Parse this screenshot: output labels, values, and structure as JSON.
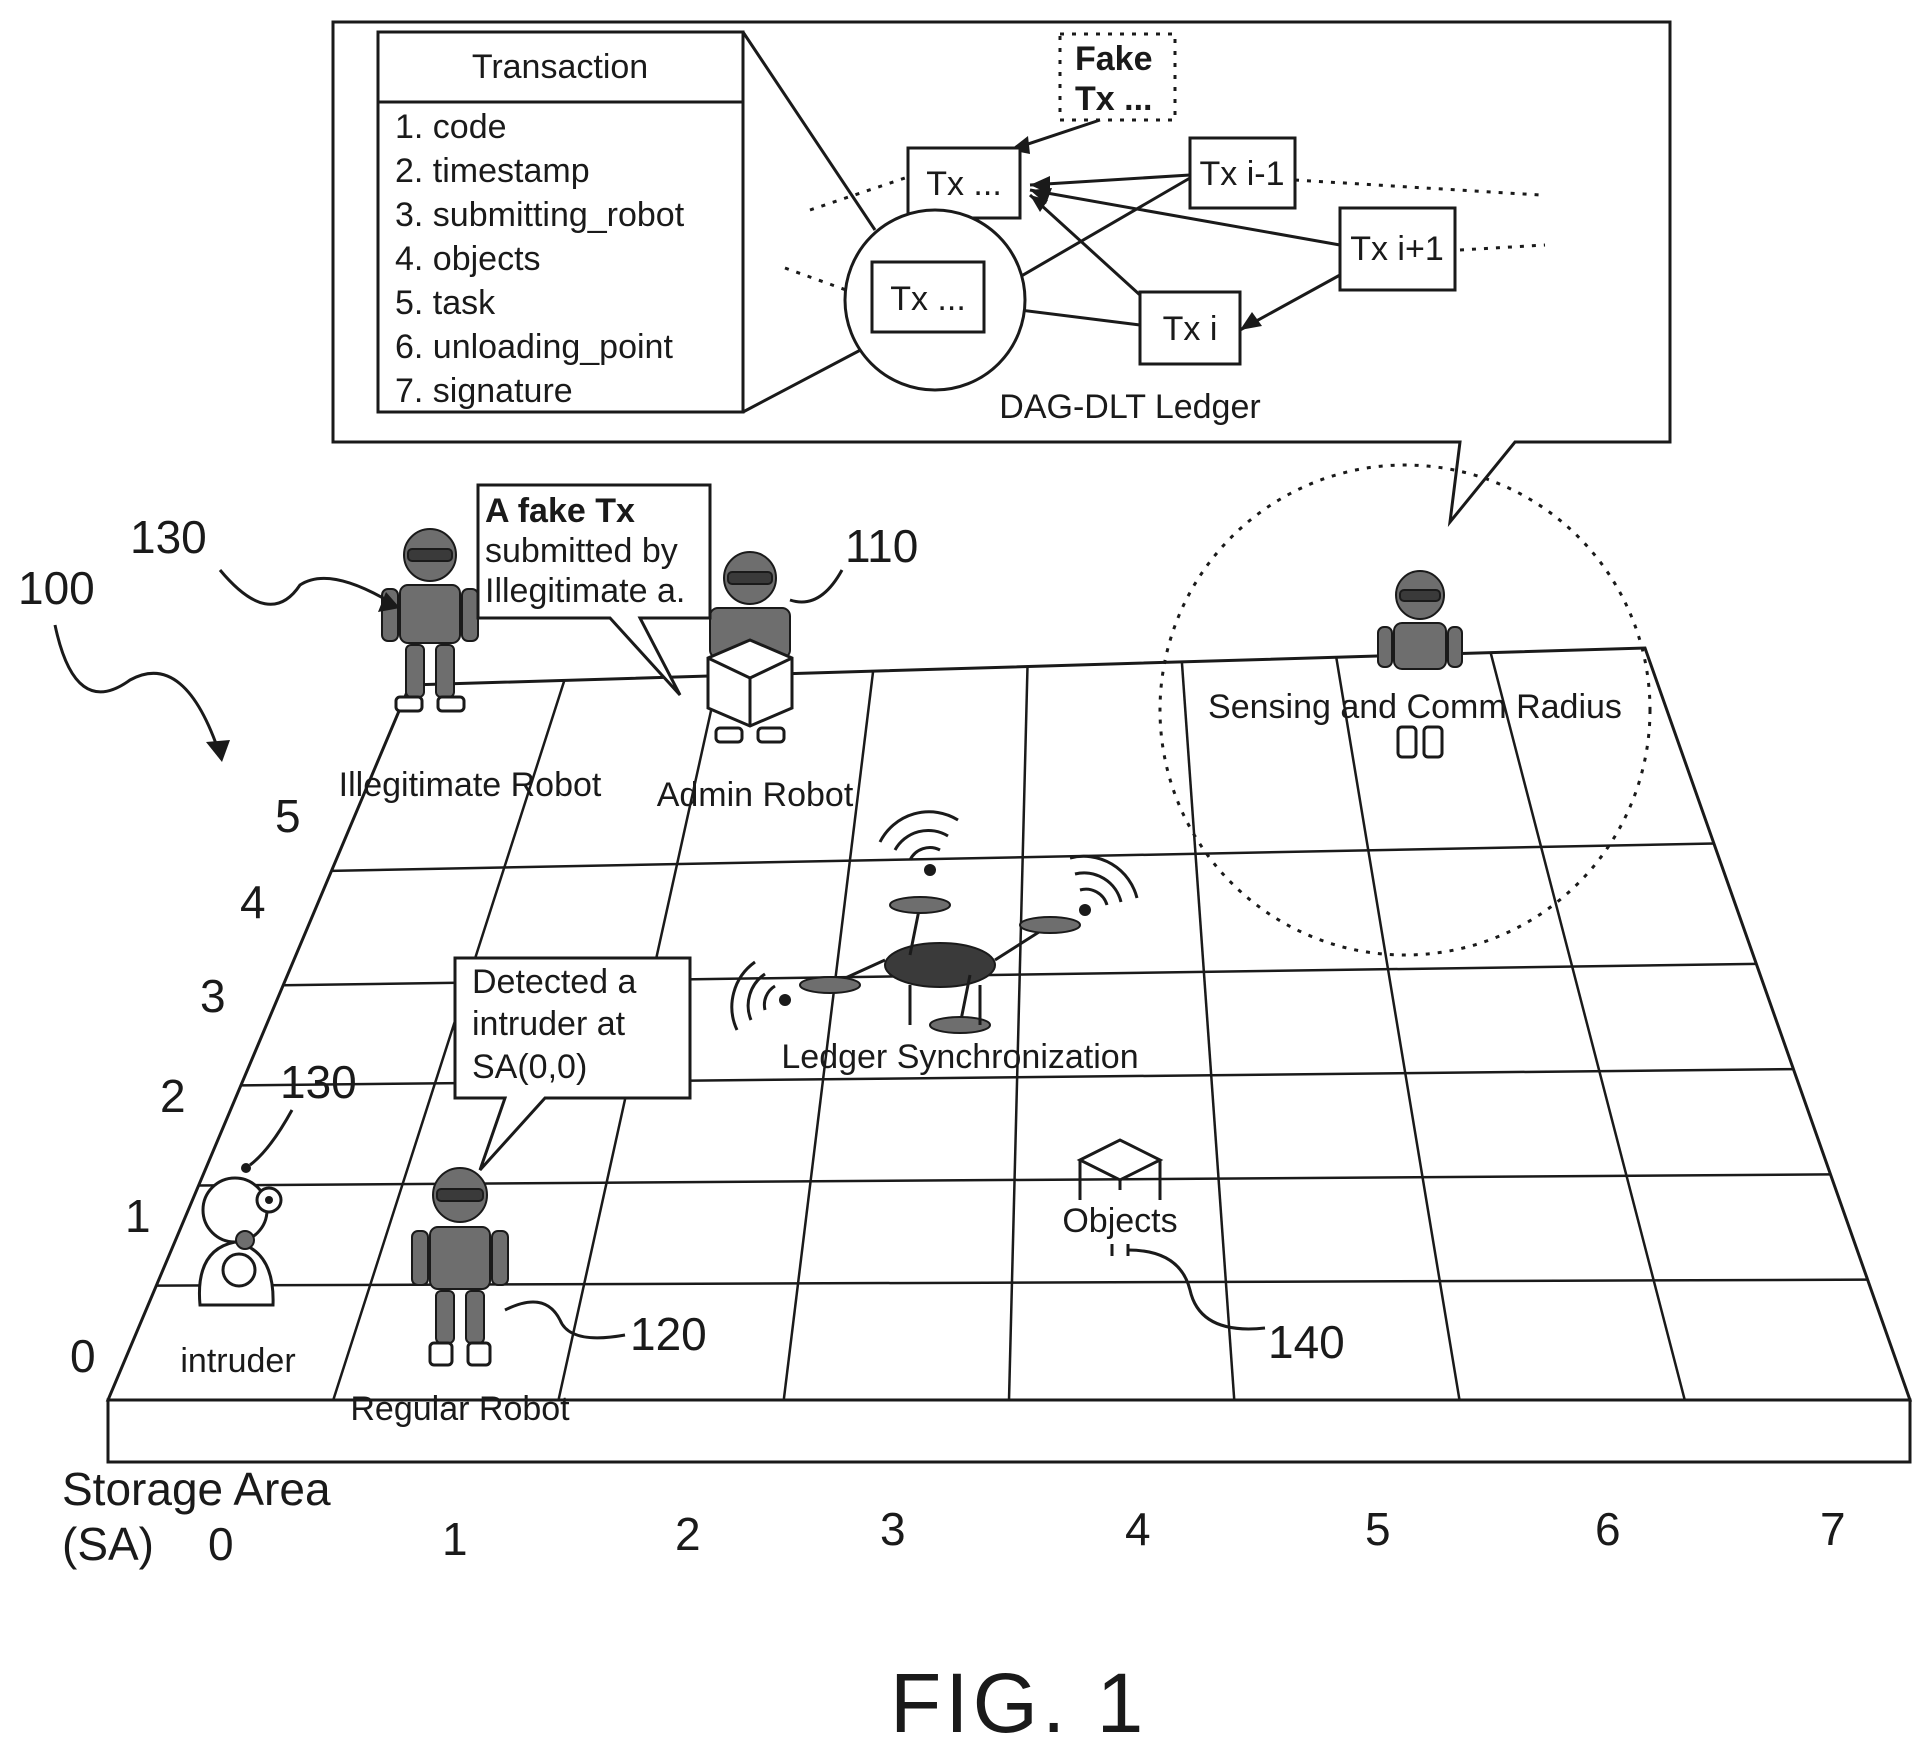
{
  "figure_label": "FIG. 1",
  "ledger_box": {
    "transaction_title": "Transaction",
    "fields": [
      "1. code",
      "2. timestamp",
      "3. submitting_robot",
      "4. objects",
      "5. task",
      "6. unloading_point",
      "7. signature"
    ],
    "fake_tx_line1": "Fake",
    "fake_tx_line2": "Tx ...",
    "tx_top": "Tx ...",
    "tx_circle": "Tx ...",
    "tx_i_minus_1": "Tx i-1",
    "tx_i_plus_1": "Tx i+1",
    "tx_i": "Tx i",
    "ledger_label": "DAG-DLT Ledger"
  },
  "callouts": {
    "fake_tx": [
      "A fake Tx",
      "submitted by",
      "Illegitimate a."
    ],
    "detected": [
      "Detected a",
      "intruder at",
      "SA(0,0)"
    ]
  },
  "labels": {
    "illegitimate_robot": "Illegitimate Robot",
    "admin_robot": "Admin Robot",
    "regular_robot": "Regular Robot",
    "intruder": "intruder",
    "objects": "Objects",
    "ledger_sync": "Ledger Synchronization",
    "sensing_radius": "Sensing and Comm Radius",
    "storage_area_1": "Storage Area",
    "storage_area_2": "(SA)"
  },
  "reference_numerals": {
    "system": "100",
    "admin": "110",
    "regular": "120",
    "illegitimate": "130",
    "intruder": "130",
    "objects": "140"
  },
  "grid": {
    "x_ticks": [
      "0",
      "1",
      "2",
      "3",
      "4",
      "5",
      "6",
      "7"
    ],
    "y_ticks": [
      "0",
      "1",
      "2",
      "3",
      "4",
      "5"
    ]
  }
}
